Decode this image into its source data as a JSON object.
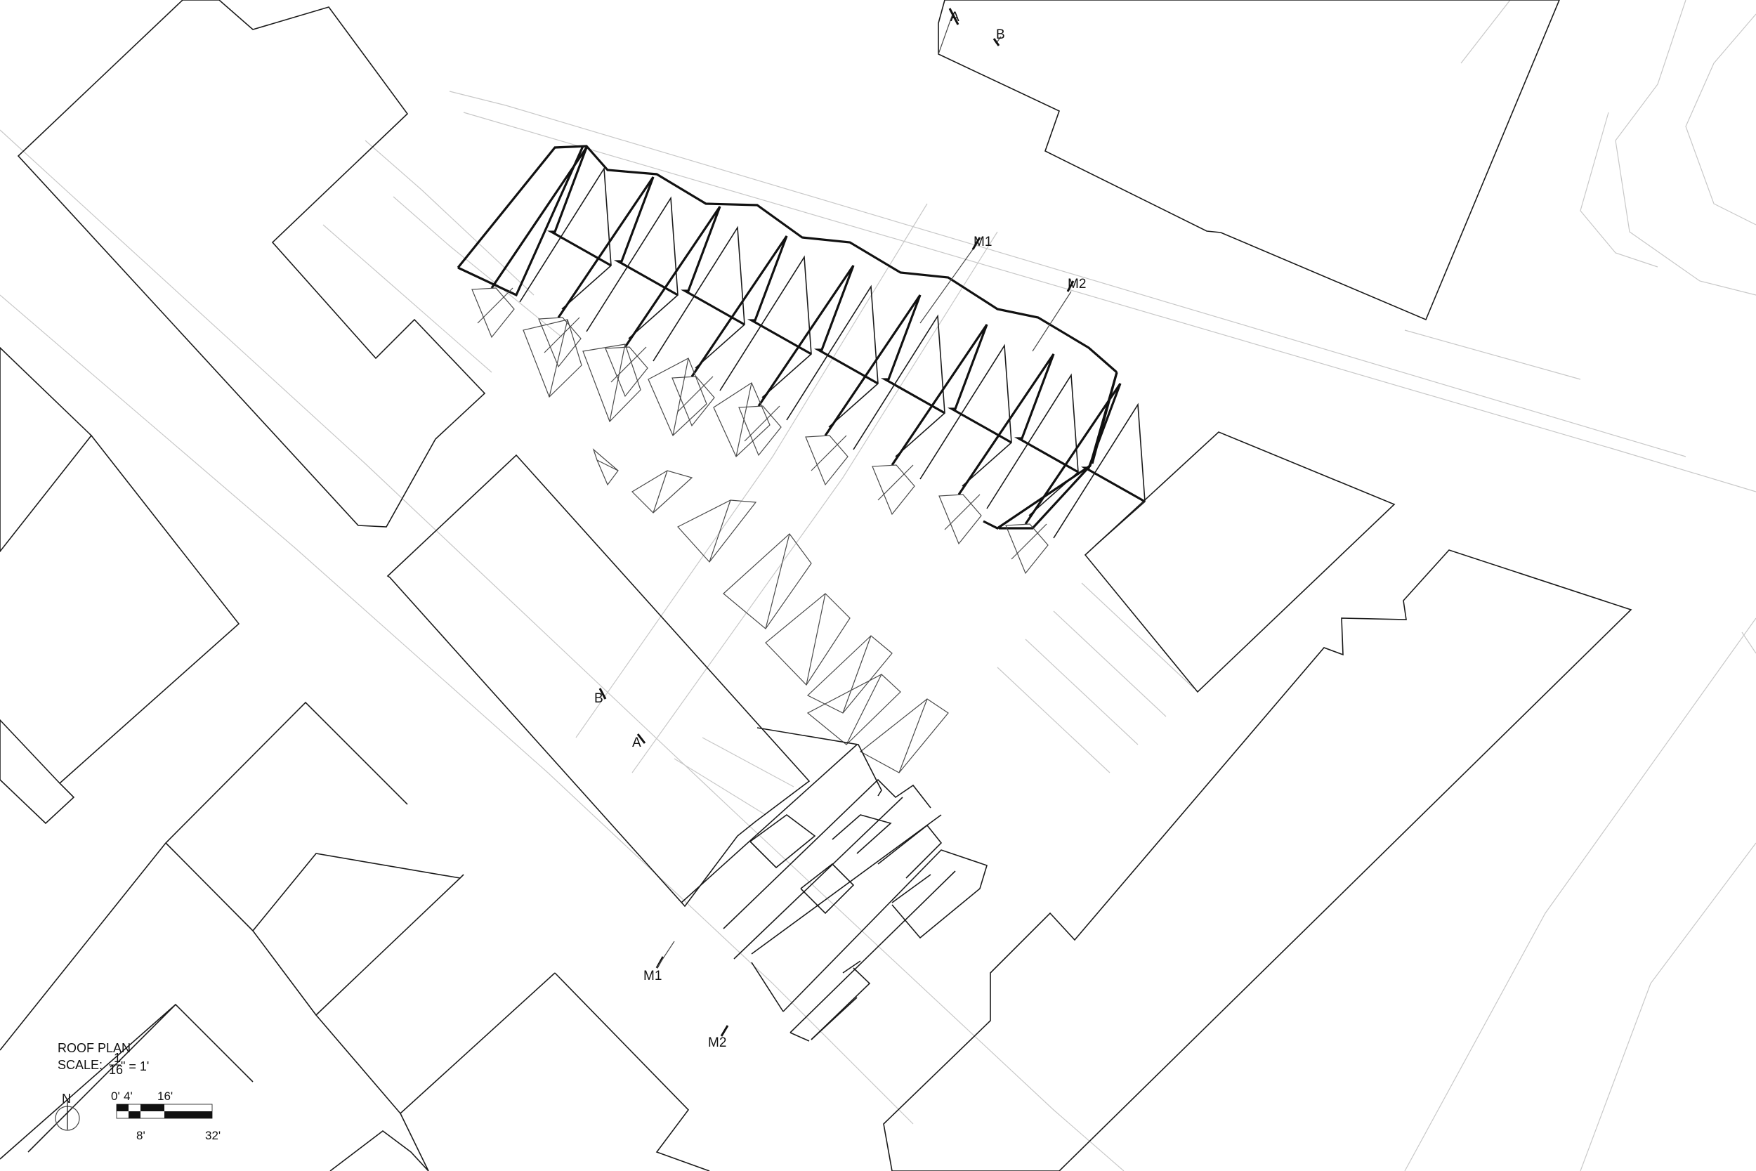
{
  "title_block": {
    "title": "ROOF PLAN",
    "scale_prefix": "SCALE:",
    "scale_num": "1",
    "scale_den": "16",
    "scale_suffix": "\" = 1'"
  },
  "north_label": "N",
  "scale_bar": {
    "top_labels": [
      "0'",
      "4'",
      "16'"
    ],
    "bottom_labels": [
      "8'",
      "32'"
    ]
  },
  "section_marks": [
    "A",
    "B",
    "A",
    "B",
    "M1",
    "M2",
    "M1",
    "M2"
  ]
}
